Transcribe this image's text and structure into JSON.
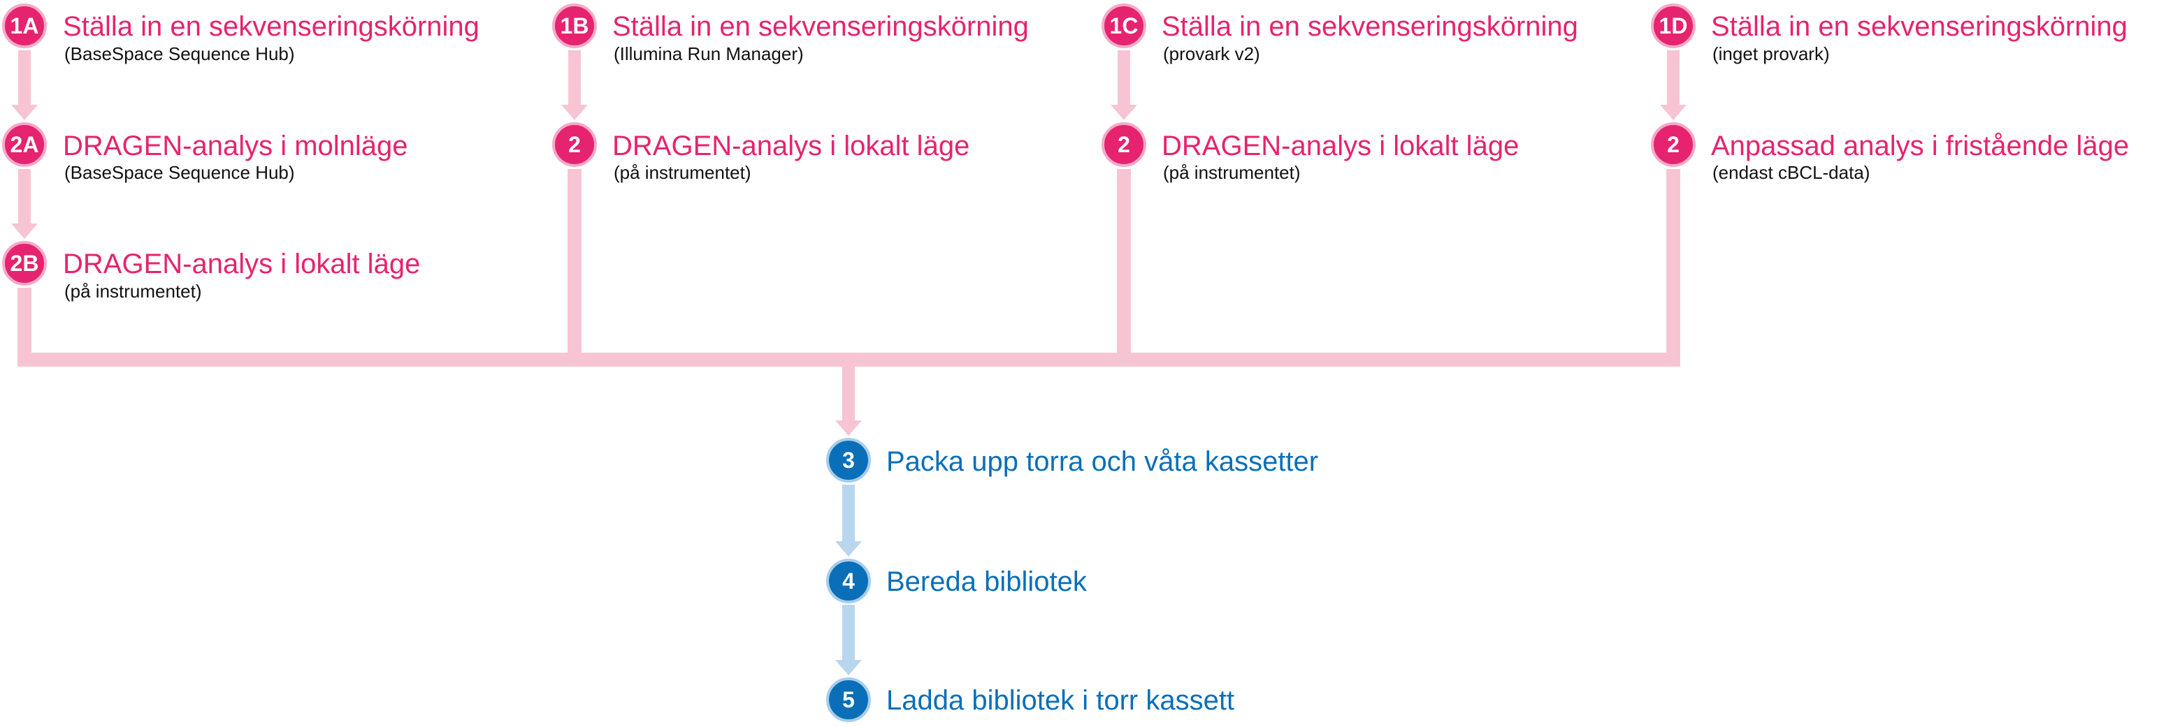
{
  "colors": {
    "pink_accent": "#e6236f",
    "pink_connector": "#f7c4d3",
    "blue_accent": "#0a6fb8",
    "blue_connector": "#b9d6ef",
    "subtitle_text": "#111111"
  },
  "columns": [
    {
      "steps": [
        {
          "badge": "1A",
          "title": "Ställa in en sekvenseringskörning",
          "subtitle": "(BaseSpace Sequence Hub)"
        },
        {
          "badge": "2A",
          "title": "DRAGEN-analys i molnläge",
          "subtitle": "(BaseSpace Sequence Hub)"
        },
        {
          "badge": "2B",
          "title": "DRAGEN-analys i lokalt läge",
          "subtitle": "(på instrumentet)"
        }
      ]
    },
    {
      "steps": [
        {
          "badge": "1B",
          "title": "Ställa in en sekvenseringskörning",
          "subtitle": "(Illumina Run Manager)"
        },
        {
          "badge": "2",
          "title": "DRAGEN-analys i lokalt läge",
          "subtitle": "(på instrumentet)"
        }
      ]
    },
    {
      "steps": [
        {
          "badge": "1C",
          "title": "Ställa in en sekvenseringskörning",
          "subtitle": "(provark v2)"
        },
        {
          "badge": "2",
          "title": "DRAGEN-analys i lokalt läge",
          "subtitle": "(på instrumentet)"
        }
      ]
    },
    {
      "steps": [
        {
          "badge": "1D",
          "title": "Ställa in en sekvenseringskörning",
          "subtitle": "(inget provark)"
        },
        {
          "badge": "2",
          "title": "Anpassad analys i fristående läge",
          "subtitle": "(endast cBCL-data)"
        }
      ]
    }
  ],
  "common_steps": [
    {
      "badge": "3",
      "title": "Packa upp torra och våta kassetter"
    },
    {
      "badge": "4",
      "title": "Bereda bibliotek"
    },
    {
      "badge": "5",
      "title": "Ladda bibliotek i torr kassett"
    }
  ]
}
